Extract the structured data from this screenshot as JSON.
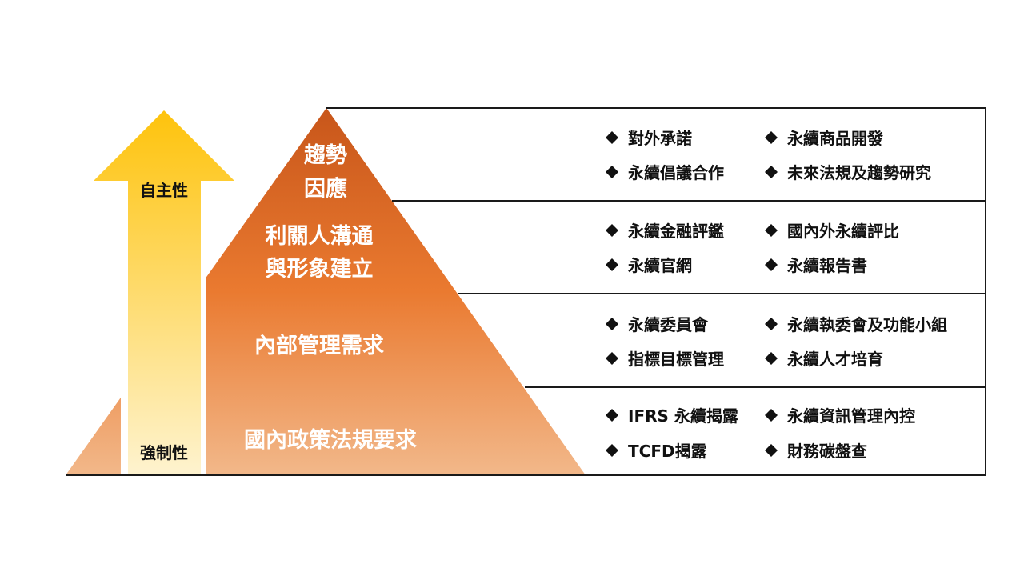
{
  "arrow": {
    "top_label": "自主性",
    "bottom_label": "強制性",
    "colors": {
      "top": "#FEC30C",
      "bottom": "#FEF3CF"
    }
  },
  "pyramid": {
    "colors": {
      "top": "#C8561A",
      "middle": "#EA7A30",
      "bottom": "#F2B88A"
    },
    "tiers": [
      {
        "label_lines": [
          "趨勢",
          "因應"
        ],
        "items": [
          [
            "對外承諾",
            "永續商品開發"
          ],
          [
            "永續倡議合作",
            "未來法規及趨勢研究"
          ]
        ]
      },
      {
        "label_lines": [
          "利關人溝通",
          "與形象建立"
        ],
        "items": [
          [
            "永續金融評鑑",
            "國內外永續評比"
          ],
          [
            "永續官網",
            "永續報告書"
          ]
        ]
      },
      {
        "label_lines": [
          "內部管理需求"
        ],
        "items": [
          [
            "永續委員會",
            "永續執委會及功能小組"
          ],
          [
            "指標目標管理",
            "永續人才培育"
          ]
        ]
      },
      {
        "label_lines": [
          "國內政策法規要求"
        ],
        "items": [
          [
            "IFRS 永續揭露",
            "永續資訊管理內控"
          ],
          [
            "TCFD揭露",
            "財務碳盤查"
          ]
        ]
      }
    ]
  },
  "bullet_symbol": "diamond"
}
